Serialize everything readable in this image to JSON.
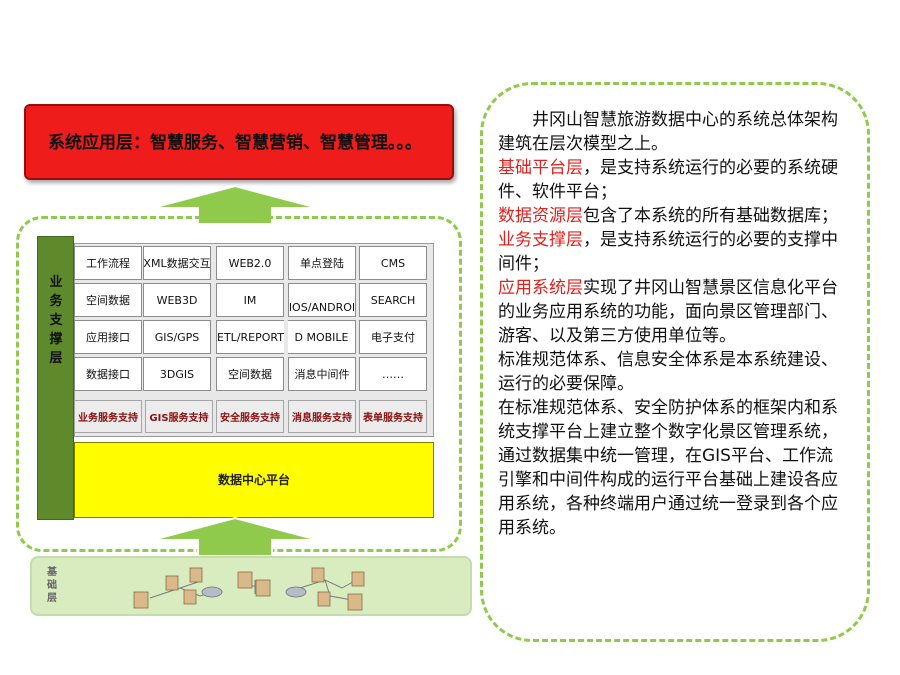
{
  "app_layer": "系统应用层：智慧服务、智慧营销、智慧管理。。。",
  "support_layer": {
    "label": "业务支撑层"
  },
  "grid": [
    [
      "工作流程",
      "XML数据交互",
      "WEB2.0",
      "单点登陆",
      "CMS"
    ],
    [
      "空间数据",
      "WEB3D",
      "IM",
      "IOS/ANDROI",
      "SEARCH"
    ],
    [
      "应用接口",
      "GIS/GPS",
      "ETL/REPORT",
      "D MOBILE",
      "电子支付"
    ],
    [
      "数据接口",
      "3DGIS",
      "空间数据",
      "消息中间件",
      "……"
    ]
  ],
  "services": [
    "业务服务支持",
    "GIS服务支持",
    "安全服务支持",
    "消息服务支持",
    "表单服务支持"
  ],
  "data_center": "数据中心平台",
  "base_layer": {
    "label": "基础层"
  },
  "right_text": [
    {
      "segments": [
        {
          "text": "井冈山智慧旅游数据中心的系统总体架构建筑在层次模型之上。",
          "red": false
        }
      ]
    },
    {
      "segments": [
        {
          "text": "基础平台层",
          "red": true
        },
        {
          "text": "，是支持系统运行的必要的系统硬件、软件平台；",
          "red": false
        }
      ]
    },
    {
      "segments": [
        {
          "text": "数据资源层",
          "red": true
        },
        {
          "text": "包含了本系统的所有基础数据库；",
          "red": false
        }
      ]
    },
    {
      "segments": [
        {
          "text": "业务支撑层",
          "red": true
        },
        {
          "text": "，是支持系统运行的必要的支撑中间件；",
          "red": false
        }
      ]
    },
    {
      "segments": [
        {
          "text": "应用系统层",
          "red": true
        },
        {
          "text": "实现了井冈山智慧景区信息化平台的业务应用系统的功能，面向景区管理部门、游客、以及第三方使用单位等。",
          "red": false
        }
      ]
    },
    {
      "segments": [
        {
          "text": "标准规范体系、信息安全体系是本系统建设、运行的必要保障。",
          "red": false
        }
      ]
    },
    {
      "segments": [
        {
          "text": "在标准规范体系、安全防护体系的框架内和系统支撑平台上建立整个数字化景区管理系统，通过数据集中统一管理，在GIS平台、工作流引擎和中间件构成的运行平台基础上建设各应用系统，各种终端用户通过统一登录到各个应用系统。",
          "red": false
        }
      ]
    }
  ],
  "colors": {
    "app_layer": "#ef1c1c",
    "support_side": "#5e8a2c",
    "data_center": "#fffd00",
    "arrow": "#8fca4c",
    "highlight_red": "#e0221f"
  }
}
